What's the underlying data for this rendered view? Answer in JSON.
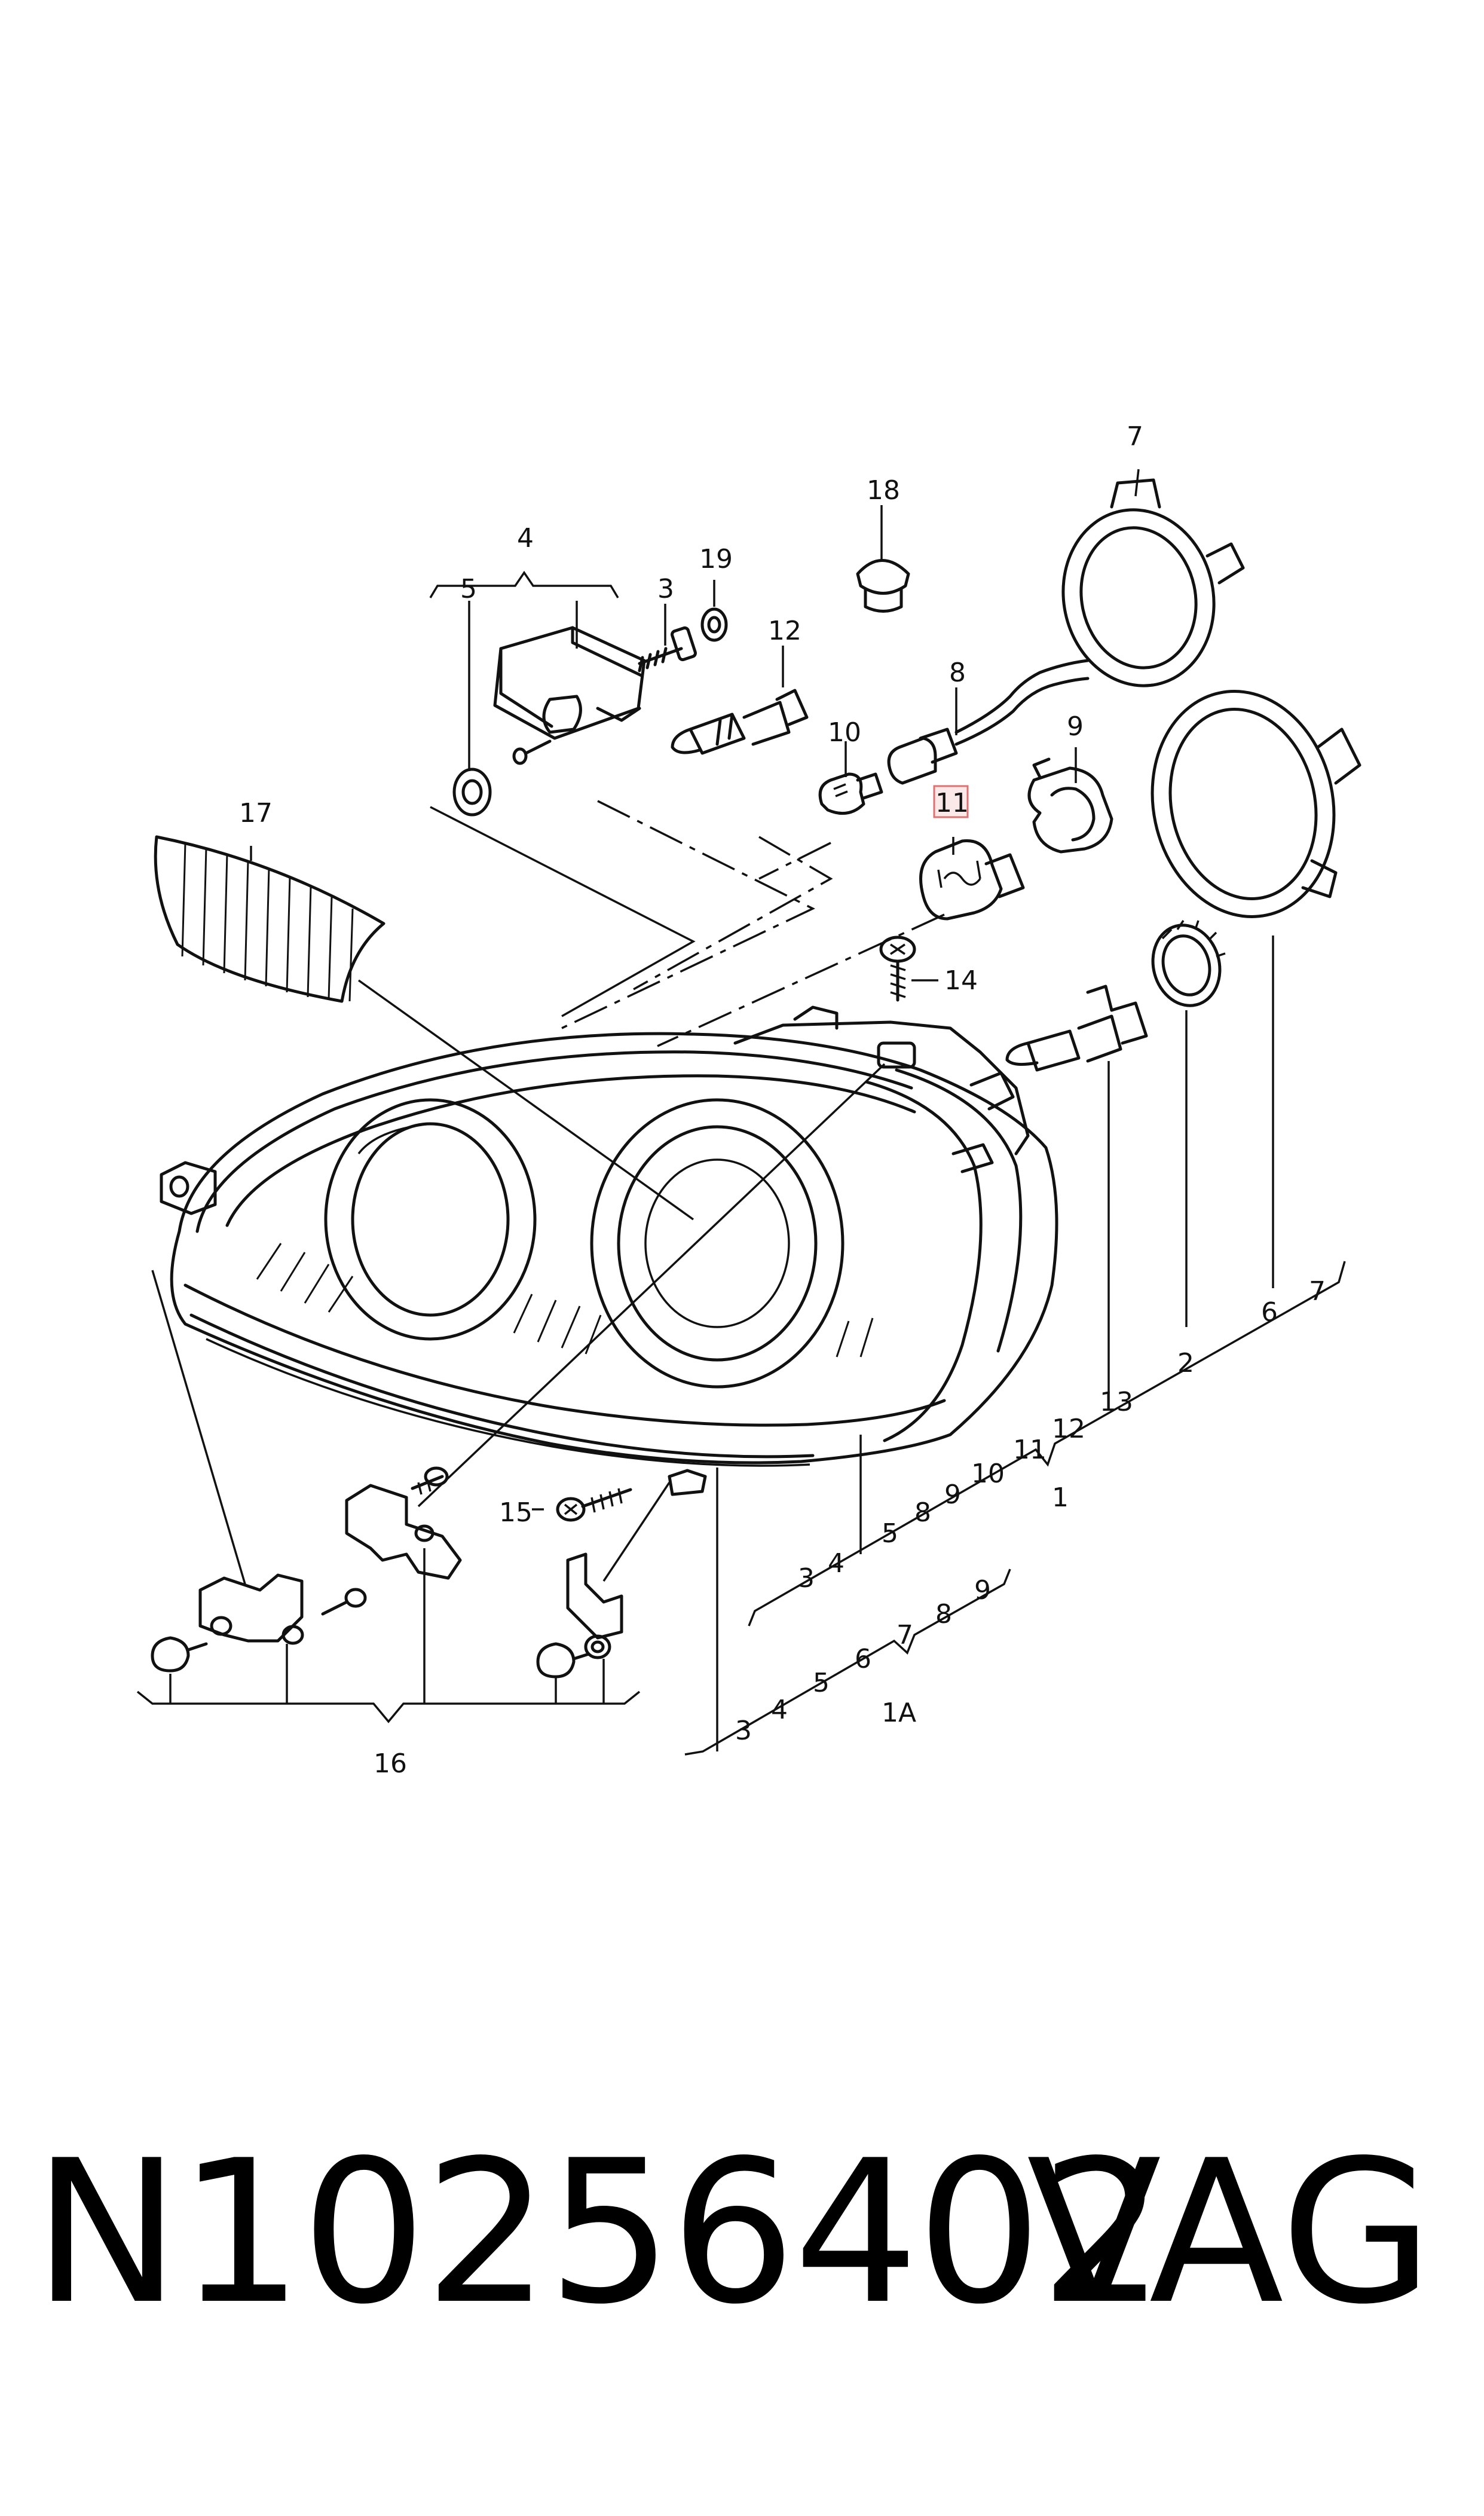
{
  "diagram": {
    "callouts": {
      "c1": "1",
      "c1a": "1A",
      "c2": "2",
      "c3": "3",
      "c4": "4",
      "c5": "5",
      "c6": "6",
      "c7": "7",
      "c8": "8",
      "c9": "9",
      "c10": "10",
      "c11": "11",
      "c12": "12",
      "c13": "13",
      "c14": "14",
      "c15": "15",
      "c16": "16",
      "c17": "17",
      "c18": "18",
      "c19": "19"
    },
    "group1_items": [
      "3",
      "4",
      "5",
      "8",
      "9",
      "10",
      "11",
      "12",
      "13",
      "2",
      "6",
      "7"
    ],
    "group1a_items": [
      "3",
      "4",
      "5",
      "6",
      "7",
      "8",
      "9"
    ],
    "highlight_color": "#e07070"
  },
  "footer": {
    "part_number": "N10256402",
    "brand": "VAG"
  }
}
